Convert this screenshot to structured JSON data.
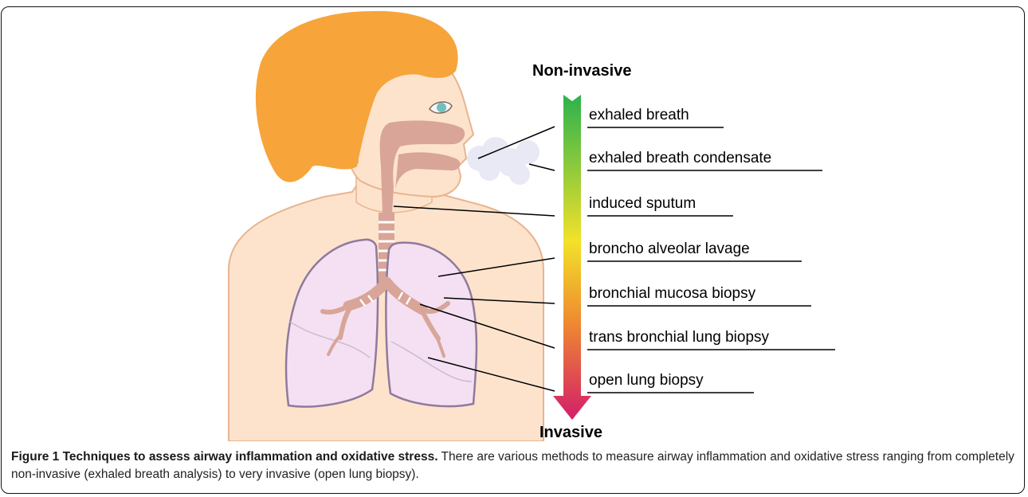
{
  "scale": {
    "top_label": "Non-invasive",
    "bottom_label": "Invasive",
    "colors": {
      "top": "#2bb24c",
      "middle": "#f2e22a",
      "lower": "#ef8a30",
      "bottom": "#d31d6a"
    }
  },
  "methods": [
    "exhaled breath",
    "exhaled breath condensate",
    "induced sputum",
    "broncho alveolar lavage",
    "bronchial mucosa biopsy",
    "trans bronchial lung biopsy",
    "open lung biopsy"
  ],
  "caption": {
    "title": "Figure 1 Techniques to assess airway inflammation and oxidative stress.",
    "text": " There are various methods to measure airway inflammation and oxidative stress ranging from completely non-invasive (exhaled breath analysis) to very invasive (open lung biopsy)."
  },
  "palette": {
    "hair": "#f7a43a",
    "skin": "#fde3cc",
    "skin_outline": "#e8b48f",
    "airway": "#d8a598",
    "lung": "#f4e0f2",
    "lung_outline": "#8f7a9d",
    "breath_cloud": "#e9e8f5"
  }
}
